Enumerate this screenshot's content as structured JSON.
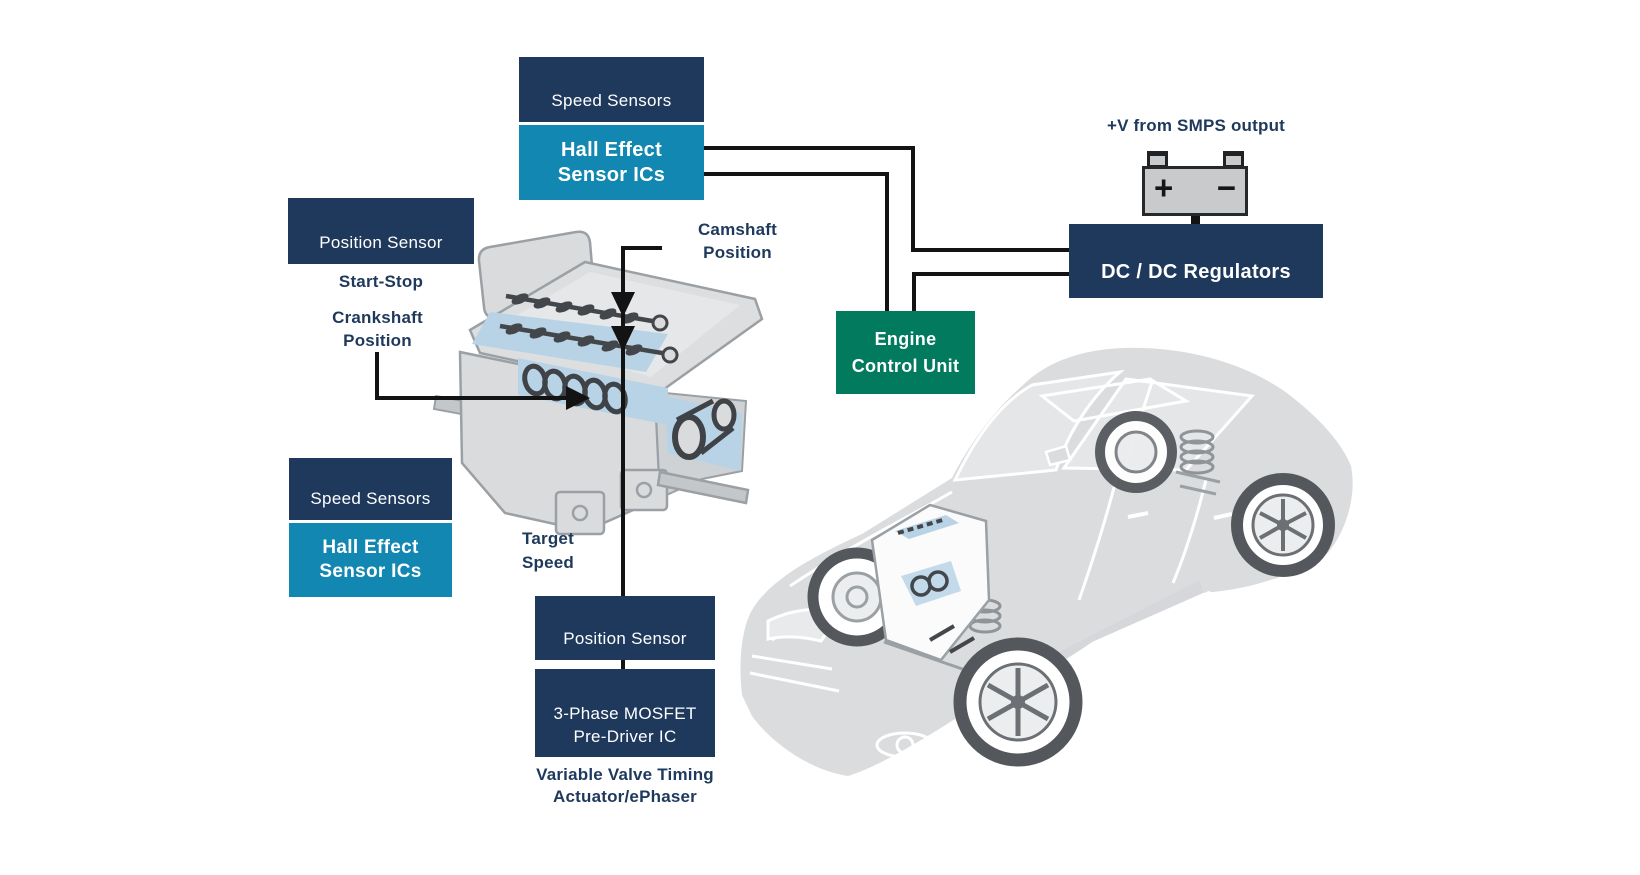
{
  "diagram": {
    "title": "Engine VVT / ePhaser sensing diagram",
    "colors": {
      "navy": "#1e395c",
      "teal": "#1187b1",
      "green": "#017a5e",
      "label_text": "#1e395c",
      "connector": "#131313",
      "battery_gray": "#c8cacc",
      "engine_blue": "#b8d3e6",
      "illustration_gray": "#dadcde"
    },
    "top_sensor_group": {
      "category": "Speed Sensors",
      "product_line1": "Hall Effect",
      "product_line2": "Sensor ICs"
    },
    "left_position_group": {
      "category": "Position Sensor",
      "caption": "Start-Stop"
    },
    "left_speed_group": {
      "category": "Speed Sensors",
      "product_line1": "Hall Effect",
      "product_line2": "Sensor ICs"
    },
    "labels": {
      "camshaft_line1": "Camshaft",
      "camshaft_line2": "Position",
      "crankshaft_line1": "Crankshaft",
      "crankshaft_line2": "Position",
      "target_line1": "Target",
      "target_line2": "Speed",
      "smps": "+V from SMPS output",
      "vvt_line1": "Variable Valve Timing",
      "vvt_line2": "Actuator/ePhaser"
    },
    "battery": {
      "plus": "+",
      "minus": "−"
    },
    "boxes": {
      "dcdc": "DC / DC Regulators",
      "ecu_line1": "Engine",
      "ecu_line2": "Control Unit",
      "position_sensor": "Position Sensor",
      "mosfet_line1": "3-Phase MOSFET",
      "mosfet_line2": "Pre-Driver IC"
    }
  }
}
